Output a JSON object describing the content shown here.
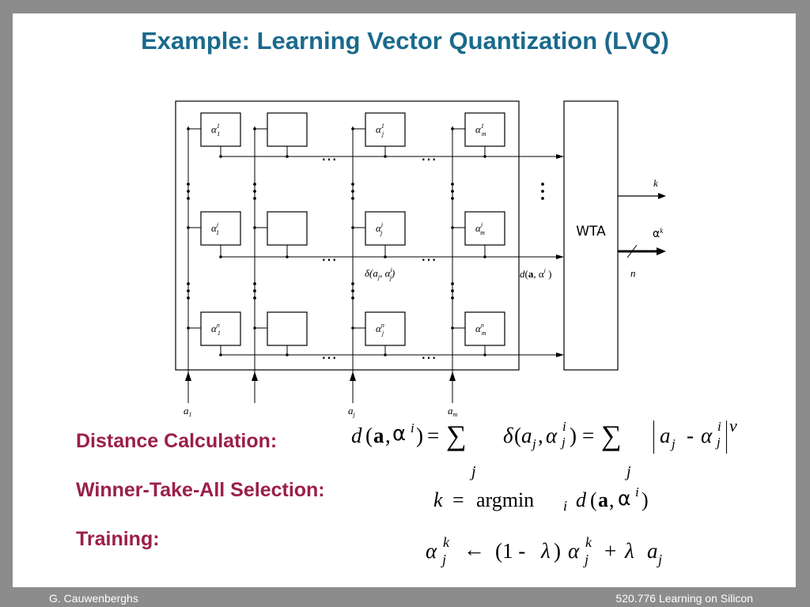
{
  "slide": {
    "title": "Example: Learning Vector Quantization (LVQ)",
    "labels": {
      "distance": "Distance Calculation:",
      "wta_selection": "Winner-Take-All Selection:",
      "training": "Training:"
    },
    "footer": {
      "author": "G. Cauwenberghs",
      "course": "520.776 Learning on Silicon"
    }
  },
  "diagram": {
    "wta_label": "WTA",
    "output_k": "k",
    "output_alpha": "α",
    "output_alpha_sup": "k",
    "output_n": "n",
    "dots": "…",
    "cells": [
      {
        "sup": "1",
        "sub": "1"
      },
      {
        "sup": "",
        "sub": ""
      },
      {
        "sup": "1",
        "sub": "j"
      },
      {
        "sup": "1",
        "sub": "m"
      },
      {
        "sup": "i",
        "sub": "1"
      },
      {
        "sup": "",
        "sub": ""
      },
      {
        "sup": "i",
        "sub": "j"
      },
      {
        "sup": "i",
        "sub": "m"
      },
      {
        "sup": "n",
        "sub": "1"
      },
      {
        "sup": "",
        "sub": ""
      },
      {
        "sup": "n",
        "sub": "j"
      },
      {
        "sup": "n",
        "sub": "m"
      }
    ],
    "input_labels": [
      {
        "base": "a",
        "sub": "1"
      },
      {
        "base": "a",
        "sub": "j"
      },
      {
        "base": "a",
        "sub": "m"
      }
    ],
    "delta_label": {
      "delta": "δ",
      "a": "a",
      "a_sub": "j",
      "alpha": "α",
      "alpha_sup": "i",
      "alpha_sub": "j"
    },
    "distance_label": {
      "d": "d",
      "a": "a",
      "alpha": "α",
      "alpha_sup": "i"
    }
  },
  "equations": {
    "distance": {
      "d": "d",
      "a": "a",
      "alpha": "α",
      "sup_i": "i",
      "eq": "=",
      "sum": "∑",
      "sum_idx": "j",
      "delta": "δ",
      "a_j": "a",
      "sub_j": "j",
      "minus": "-",
      "nu": "ν"
    },
    "wta": {
      "k": "k",
      "eq": "=",
      "argmin": "argmin",
      "sub_i": "i",
      "d": "d",
      "a": "a",
      "alpha": "α",
      "sup_i": "i"
    },
    "training": {
      "alpha": "α",
      "sup_k": "k",
      "sub_j": "j",
      "arrow": "←",
      "one_minus": "(1 -",
      "lambda": "λ",
      "close": ")",
      "plus": "+",
      "a": "a"
    }
  }
}
